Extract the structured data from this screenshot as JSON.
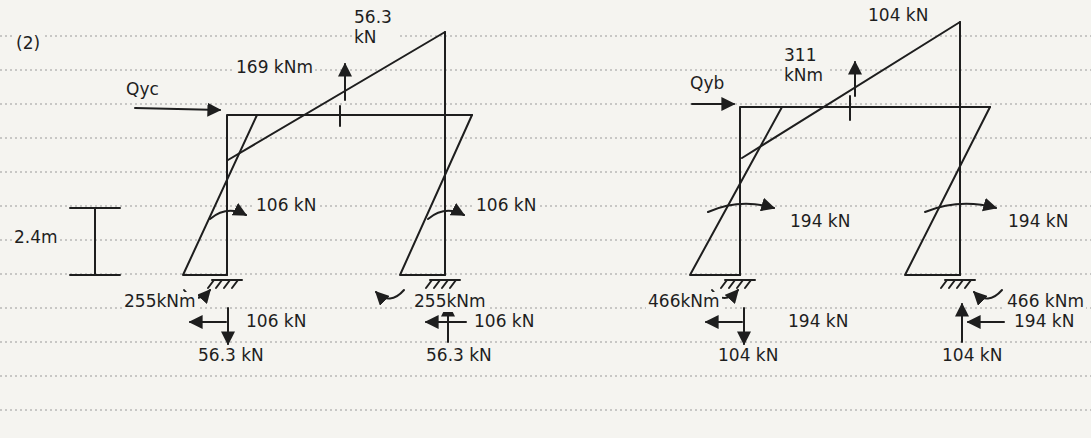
{
  "diagram": {
    "labels": [
      "(2)",
      "Qyc",
      "169 kNm",
      "56.3 kN",
      "106 kN",
      "106 kN",
      "2.4m",
      "255kNm",
      "255kNm",
      "106 kN",
      "106 kN",
      "56.3 kN",
      "56.3 kN",
      "Qyb",
      "311 kNm",
      "104 kN",
      "194 kN",
      "194 kN",
      "466kNm",
      "466 kNm",
      "194 kN",
      "194 kN",
      "104 kN",
      "104 kN"
    ]
  }
}
